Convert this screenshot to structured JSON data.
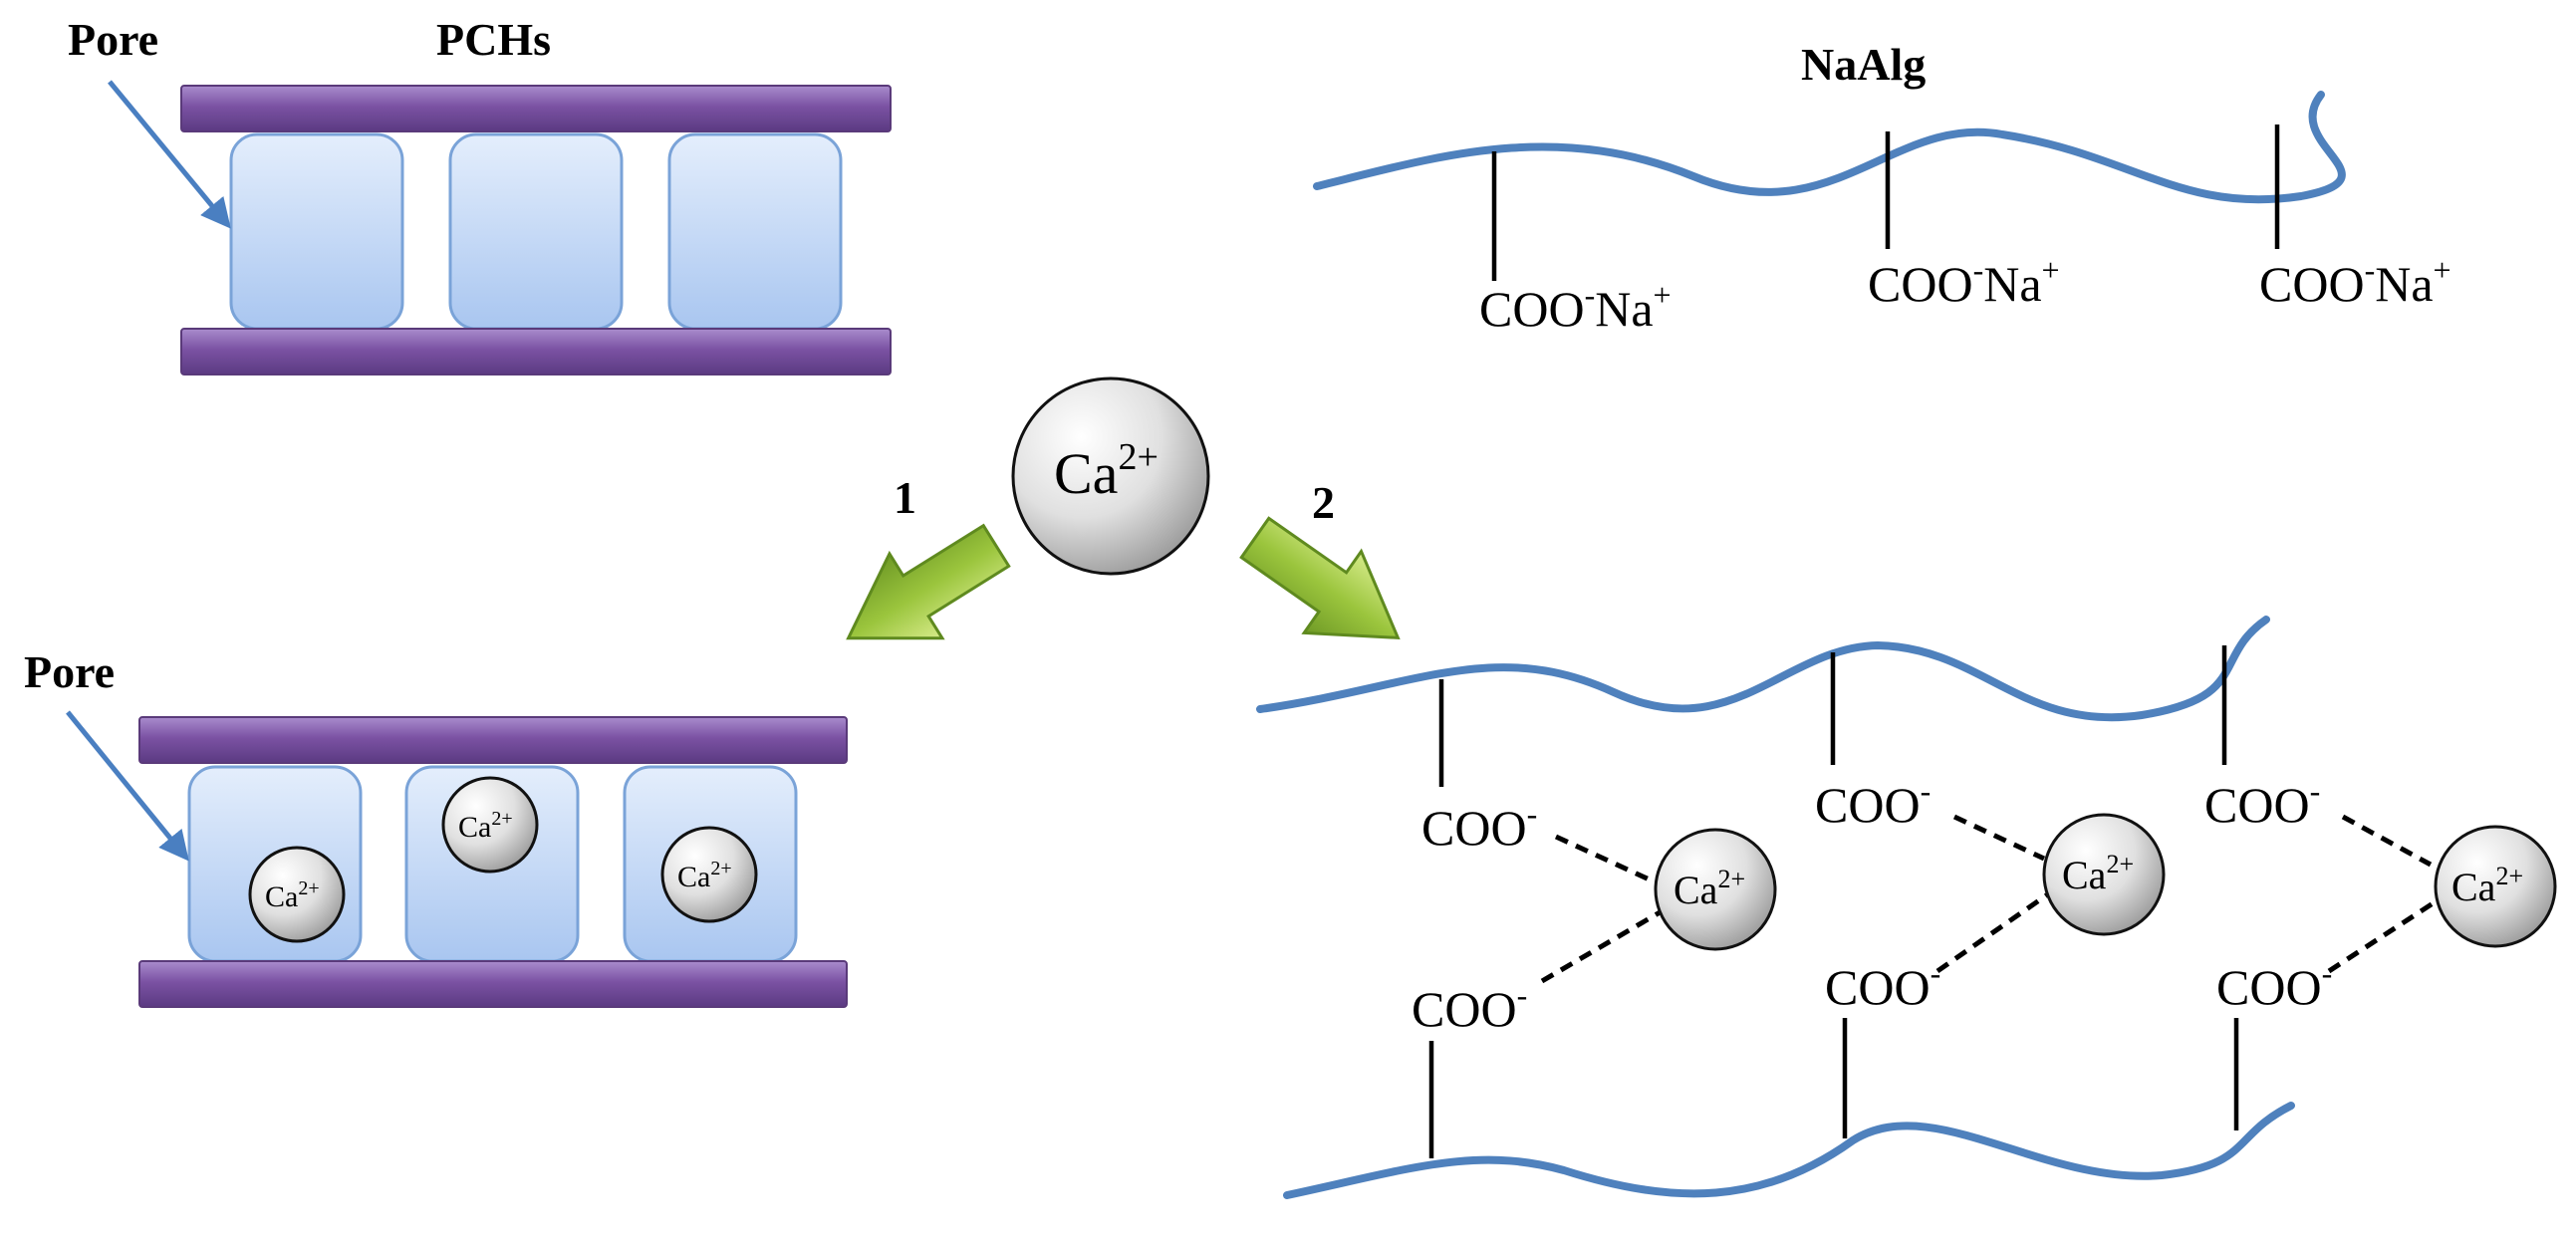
{
  "labels": {
    "pchs": "PCHs",
    "naalg": "NaAlg",
    "pore_top": "Pore",
    "pore_bottom": "Pore",
    "path_1": "1",
    "path_2": "2"
  },
  "ion": {
    "base": "Ca",
    "charge": "2+"
  },
  "carboxylate_sodium": {
    "group": "COO",
    "sup1": "-",
    "cation": "Na",
    "sup2": "+"
  },
  "carboxylate": {
    "group": "COO",
    "charge": "-"
  },
  "colors": {
    "chain": "#4f81bd",
    "plate": "#7b52a3",
    "pore": "#c9dcf7",
    "arrow": "#92c13b",
    "ion": "#d9d9d9"
  }
}
